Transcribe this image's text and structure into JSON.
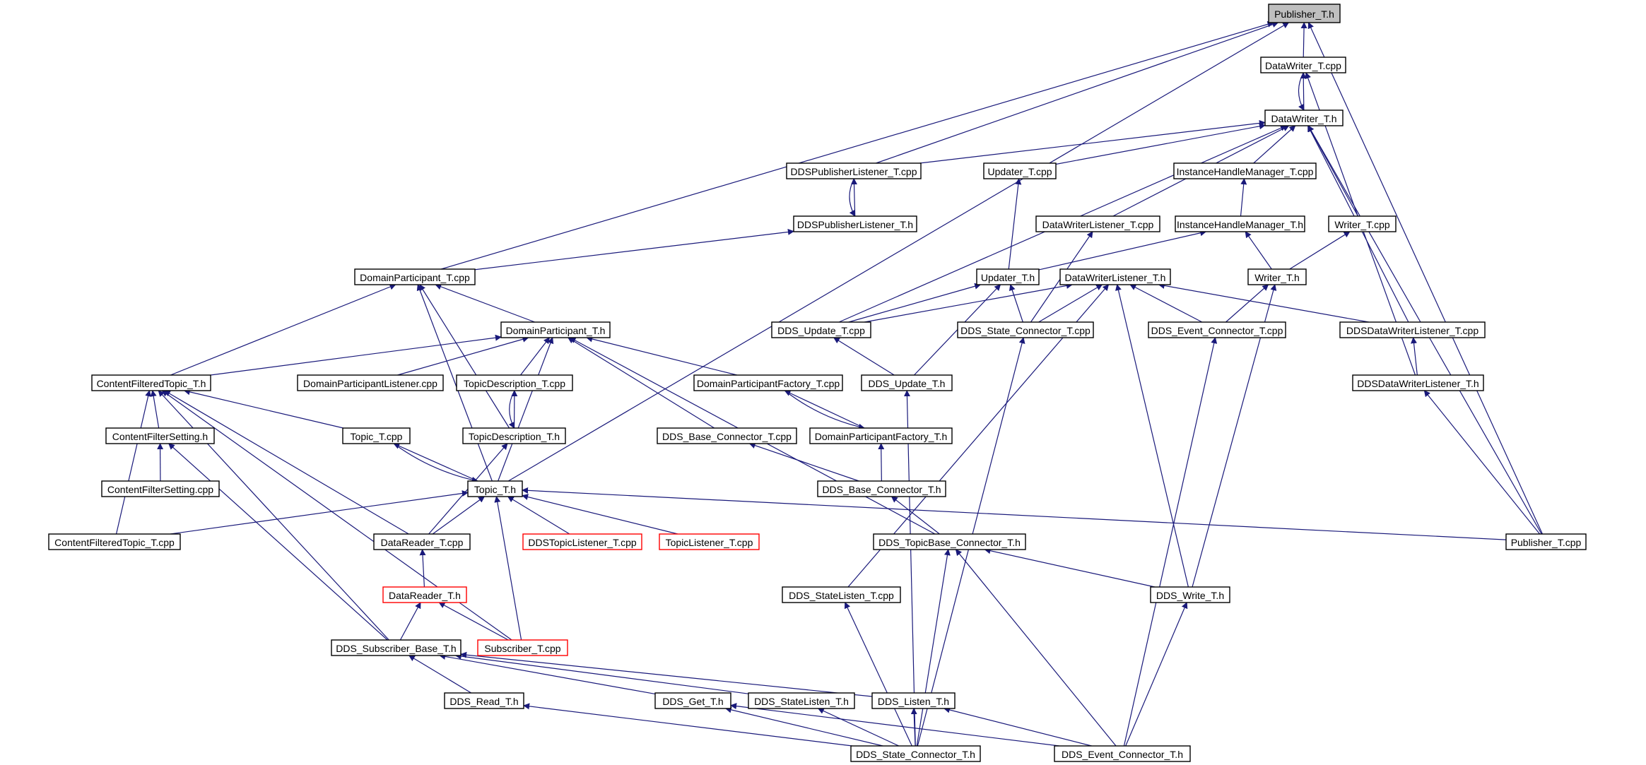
{
  "diagram": {
    "colors": {
      "edge": "#19197a",
      "box_border": "#000000",
      "missing_border": "#ff0000",
      "highlight_fill": "#bfbfbf"
    },
    "nodes": [
      {
        "id": "publisher_t_h",
        "label": "Publisher_T.h",
        "highlight": true
      },
      {
        "id": "datawriter_t_cpp",
        "label": "DataWriter_T.cpp"
      },
      {
        "id": "datawriter_t_h",
        "label": "DataWriter_T.h"
      },
      {
        "id": "ddspublisherlistener_t_cpp",
        "label": "DDSPublisherListener_T.cpp"
      },
      {
        "id": "updater_t_cpp",
        "label": "Updater_T.cpp"
      },
      {
        "id": "instancehandlemanager_t_cpp",
        "label": "InstanceHandleManager_T.cpp"
      },
      {
        "id": "ddspublisherlistener_t_h",
        "label": "DDSPublisherListener_T.h"
      },
      {
        "id": "datawriterlistener_t_cpp",
        "label": "DataWriterListener_T.cpp"
      },
      {
        "id": "instancehandlemanager_t_h",
        "label": "InstanceHandleManager_T.h"
      },
      {
        "id": "writer_t_cpp",
        "label": "Writer_T.cpp"
      },
      {
        "id": "domainparticipant_t_cpp",
        "label": "DomainParticipant_T.cpp"
      },
      {
        "id": "updater_t_h",
        "label": "Updater_T.h"
      },
      {
        "id": "datawriterlistener_t_h",
        "label": "DataWriterListener_T.h"
      },
      {
        "id": "writer_t_h",
        "label": "Writer_T.h"
      },
      {
        "id": "domainparticipant_t_h",
        "label": "DomainParticipant_T.h"
      },
      {
        "id": "dds_update_t_cpp",
        "label": "DDS_Update_T.cpp"
      },
      {
        "id": "dds_state_connector_t_cpp",
        "label": "DDS_State_Connector_T.cpp"
      },
      {
        "id": "dds_event_connector_t_cpp",
        "label": "DDS_Event_Connector_T.cpp"
      },
      {
        "id": "ddsdatawriterlistener_t_cpp",
        "label": "DDSDataWriterListener_T.cpp"
      },
      {
        "id": "contentfilteredtopic_t_h",
        "label": "ContentFilteredTopic_T.h"
      },
      {
        "id": "domainparticipantlistener_cpp",
        "label": "DomainParticipantListener.cpp"
      },
      {
        "id": "topicdescription_t_cpp",
        "label": "TopicDescription_T.cpp"
      },
      {
        "id": "domainparticipantfactory_t_cpp",
        "label": "DomainParticipantFactory_T.cpp"
      },
      {
        "id": "dds_update_t_h",
        "label": "DDS_Update_T.h"
      },
      {
        "id": "ddsdatawriterlistener_t_h",
        "label": "DDSDataWriterListener_T.h"
      },
      {
        "id": "contentfiltersetting_h",
        "label": "ContentFilterSetting.h"
      },
      {
        "id": "topic_t_cpp",
        "label": "Topic_T.cpp"
      },
      {
        "id": "topicdescription_t_h",
        "label": "TopicDescription_T.h"
      },
      {
        "id": "dds_base_connector_t_cpp",
        "label": "DDS_Base_Connector_T.cpp"
      },
      {
        "id": "domainparticipantfactory_t_h",
        "label": "DomainParticipantFactory_T.h"
      },
      {
        "id": "contentfiltersetting_cpp",
        "label": "ContentFilterSetting.cpp"
      },
      {
        "id": "topic_t_h",
        "label": "Topic_T.h"
      },
      {
        "id": "dds_base_connector_t_h",
        "label": "DDS_Base_Connector_T.h"
      },
      {
        "id": "contentfilteredtopic_t_cpp",
        "label": "ContentFilteredTopic_T.cpp"
      },
      {
        "id": "datareader_t_cpp",
        "label": "DataReader_T.cpp"
      },
      {
        "id": "ddstopiclistener_t_cpp",
        "label": "DDSTopicListener_T.cpp",
        "missing": true
      },
      {
        "id": "topiclistener_t_cpp",
        "label": "TopicListener_T.cpp",
        "missing": true
      },
      {
        "id": "dds_topicbase_connector_t_h",
        "label": "DDS_TopicBase_Connector_T.h"
      },
      {
        "id": "publisher_t_cpp",
        "label": "Publisher_T.cpp"
      },
      {
        "id": "datareader_t_h",
        "label": "DataReader_T.h",
        "missing": true
      },
      {
        "id": "dds_statelisten_t_cpp",
        "label": "DDS_StateListen_T.cpp"
      },
      {
        "id": "dds_write_t_h",
        "label": "DDS_Write_T.h"
      },
      {
        "id": "dds_subscriber_base_t_h",
        "label": "DDS_Subscriber_Base_T.h"
      },
      {
        "id": "subscriber_t_cpp",
        "label": "Subscriber_T.cpp",
        "missing": true
      },
      {
        "id": "dds_read_t_h",
        "label": "DDS_Read_T.h"
      },
      {
        "id": "dds_get_t_h",
        "label": "DDS_Get_T.h"
      },
      {
        "id": "dds_statelisten_t_h",
        "label": "DDS_StateListen_T.h"
      },
      {
        "id": "dds_listen_t_h",
        "label": "DDS_Listen_T.h"
      },
      {
        "id": "dds_state_connector_t_h",
        "label": "DDS_State_Connector_T.h"
      },
      {
        "id": "dds_event_connector_t_h",
        "label": "DDS_Event_Connector_T.h"
      }
    ],
    "edges": [
      [
        "datawriter_t_cpp",
        "publisher_t_h"
      ],
      [
        "ddspublisherlistener_t_cpp",
        "publisher_t_h"
      ],
      [
        "domainparticipant_t_cpp",
        "publisher_t_h"
      ],
      [
        "publisher_t_cpp",
        "publisher_t_h"
      ],
      [
        "topic_t_h",
        "publisher_t_h"
      ],
      [
        "datawriter_t_h",
        "datawriter_t_cpp"
      ],
      [
        "datawriter_t_cpp",
        "datawriter_t_h"
      ],
      [
        "ddspublisherlistener_t_cpp",
        "datawriter_t_h"
      ],
      [
        "updater_t_cpp",
        "datawriter_t_h"
      ],
      [
        "instancehandlemanager_t_cpp",
        "datawriter_t_h"
      ],
      [
        "datawriterlistener_t_cpp",
        "datawriter_t_h"
      ],
      [
        "writer_t_cpp",
        "datawriter_t_h"
      ],
      [
        "dds_update_t_cpp",
        "datawriter_t_h"
      ],
      [
        "ddsdatawriterlistener_t_cpp",
        "datawriter_t_h"
      ],
      [
        "publisher_t_cpp",
        "datawriter_t_h"
      ],
      [
        "ddspublisherlistener_t_h",
        "ddspublisherlistener_t_cpp"
      ],
      [
        "ddspublisherlistener_t_cpp",
        "ddspublisherlistener_t_h"
      ],
      [
        "updater_t_h",
        "updater_t_cpp"
      ],
      [
        "instancehandlemanager_t_h",
        "instancehandlemanager_t_cpp"
      ],
      [
        "domainparticipant_t_cpp",
        "ddspublisherlistener_t_h"
      ],
      [
        "dds_state_connector_t_cpp",
        "datawriterlistener_t_cpp"
      ],
      [
        "updater_t_h",
        "instancehandlemanager_t_h"
      ],
      [
        "writer_t_h",
        "instancehandlemanager_t_h"
      ],
      [
        "writer_t_h",
        "writer_t_cpp"
      ],
      [
        "domainparticipant_t_h",
        "domainparticipant_t_cpp"
      ],
      [
        "contentfilteredtopic_t_h",
        "domainparticipant_t_cpp"
      ],
      [
        "topic_t_h",
        "domainparticipant_t_cpp"
      ],
      [
        "topicdescription_t_h",
        "domainparticipant_t_cpp"
      ],
      [
        "dds_update_t_cpp",
        "updater_t_h"
      ],
      [
        "dds_update_t_h",
        "updater_t_h"
      ],
      [
        "dds_state_connector_t_cpp",
        "updater_t_h"
      ],
      [
        "dds_update_t_cpp",
        "datawriterlistener_t_h"
      ],
      [
        "dds_state_connector_t_cpp",
        "datawriterlistener_t_h"
      ],
      [
        "dds_event_connector_t_cpp",
        "datawriterlistener_t_h"
      ],
      [
        "ddsdatawriterlistener_t_cpp",
        "datawriterlistener_t_h"
      ],
      [
        "dds_write_t_h",
        "datawriterlistener_t_h"
      ],
      [
        "dds_statelisten_t_cpp",
        "datawriterlistener_t_h"
      ],
      [
        "dds_event_connector_t_cpp",
        "writer_t_h"
      ],
      [
        "dds_write_t_h",
        "writer_t_h"
      ],
      [
        "contentfilteredtopic_t_h",
        "domainparticipant_t_h"
      ],
      [
        "domainparticipantlistener_cpp",
        "domainparticipant_t_h"
      ],
      [
        "topicdescription_t_cpp",
        "domainparticipant_t_h"
      ],
      [
        "domainparticipantfactory_t_cpp",
        "domainparticipant_t_h"
      ],
      [
        "dds_base_connector_t_cpp",
        "domainparticipant_t_h"
      ],
      [
        "topic_t_h",
        "domainparticipant_t_h"
      ],
      [
        "dds_topicbase_connector_t_h",
        "domainparticipant_t_h"
      ],
      [
        "dds_update_t_h",
        "dds_update_t_cpp"
      ],
      [
        "dds_state_connector_t_h",
        "dds_state_connector_t_cpp"
      ],
      [
        "dds_event_connector_t_h",
        "dds_event_connector_t_cpp"
      ],
      [
        "ddsdatawriterlistener_t_h",
        "ddsdatawriterlistener_t_cpp"
      ],
      [
        "ddsdatawriterlistener_t_h",
        "datawriter_t_cpp"
      ],
      [
        "publisher_t_cpp",
        "ddsdatawriterlistener_t_h"
      ],
      [
        "contentfiltersetting_h",
        "contentfilteredtopic_t_h"
      ],
      [
        "topic_t_cpp",
        "contentfilteredtopic_t_h"
      ],
      [
        "contentfilteredtopic_t_cpp",
        "contentfilteredtopic_t_h"
      ],
      [
        "datareader_t_cpp",
        "contentfilteredtopic_t_h"
      ],
      [
        "dds_subscriber_base_t_h",
        "contentfilteredtopic_t_h"
      ],
      [
        "subscriber_t_cpp",
        "contentfilteredtopic_t_h"
      ],
      [
        "topicdescription_t_h",
        "topicdescription_t_cpp"
      ],
      [
        "topicdescription_t_cpp",
        "topicdescription_t_h"
      ],
      [
        "domainparticipantfactory_t_h",
        "domainparticipantfactory_t_cpp"
      ],
      [
        "domainparticipantfactory_t_cpp",
        "domainparticipantfactory_t_h"
      ],
      [
        "dds_state_connector_t_h",
        "dds_update_t_h"
      ],
      [
        "contentfiltersetting_cpp",
        "contentfiltersetting_h"
      ],
      [
        "dds_subscriber_base_t_h",
        "contentfiltersetting_h"
      ],
      [
        "topic_t_h",
        "topic_t_cpp"
      ],
      [
        "topic_t_cpp",
        "topic_t_h"
      ],
      [
        "datareader_t_cpp",
        "topicdescription_t_h"
      ],
      [
        "dds_base_connector_t_h",
        "dds_base_connector_t_cpp"
      ],
      [
        "dds_base_connector_t_h",
        "domainparticipantfactory_t_h"
      ],
      [
        "contentfilteredtopic_t_cpp",
        "topic_t_h"
      ],
      [
        "datareader_t_cpp",
        "topic_t_h"
      ],
      [
        "ddstopiclistener_t_cpp",
        "topic_t_h"
      ],
      [
        "topiclistener_t_cpp",
        "topic_t_h"
      ],
      [
        "publisher_t_cpp",
        "topic_t_h"
      ],
      [
        "subscriber_t_cpp",
        "topic_t_h"
      ],
      [
        "dds_topicbase_connector_t_h",
        "dds_base_connector_t_h"
      ],
      [
        "datareader_t_h",
        "datareader_t_cpp"
      ],
      [
        "dds_write_t_h",
        "dds_topicbase_connector_t_h"
      ],
      [
        "dds_state_connector_t_h",
        "dds_topicbase_connector_t_h"
      ],
      [
        "dds_event_connector_t_h",
        "dds_topicbase_connector_t_h"
      ],
      [
        "dds_subscriber_base_t_h",
        "datareader_t_h"
      ],
      [
        "subscriber_t_cpp",
        "datareader_t_h"
      ],
      [
        "dds_state_connector_t_h",
        "dds_statelisten_t_cpp"
      ],
      [
        "dds_event_connector_t_h",
        "dds_write_t_h"
      ],
      [
        "dds_read_t_h",
        "dds_subscriber_base_t_h"
      ],
      [
        "dds_get_t_h",
        "dds_subscriber_base_t_h"
      ],
      [
        "dds_statelisten_t_h",
        "dds_subscriber_base_t_h"
      ],
      [
        "dds_listen_t_h",
        "dds_subscriber_base_t_h"
      ],
      [
        "dds_state_connector_t_h",
        "dds_read_t_h"
      ],
      [
        "dds_state_connector_t_h",
        "dds_get_t_h"
      ],
      [
        "dds_event_connector_t_h",
        "dds_get_t_h"
      ],
      [
        "dds_state_connector_t_h",
        "dds_statelisten_t_h"
      ],
      [
        "dds_state_connector_t_h",
        "dds_listen_t_h"
      ],
      [
        "dds_event_connector_t_h",
        "dds_listen_t_h"
      ]
    ]
  }
}
